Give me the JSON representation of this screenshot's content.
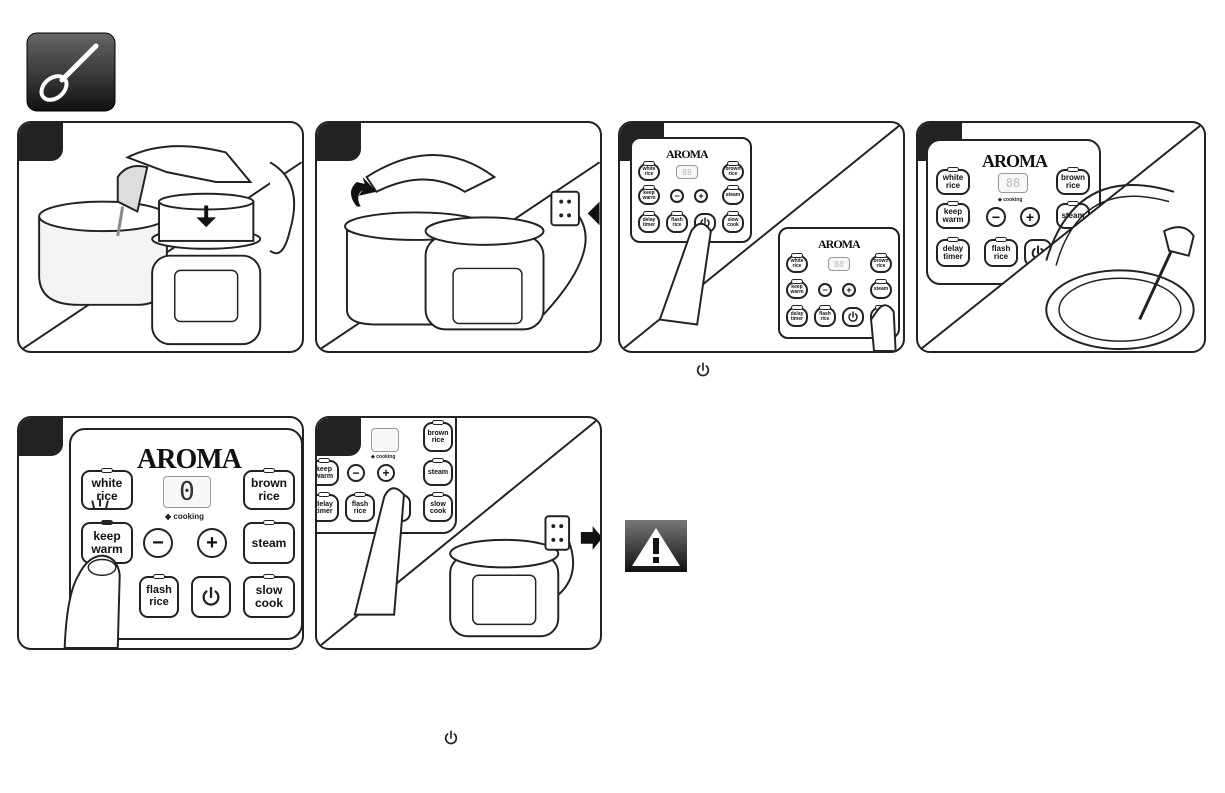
{
  "panel_labels": {
    "brand": "AROMA",
    "white_rice": "white rice",
    "brown_rice": "brown rice",
    "keep_warm": "keep warm",
    "steam": "steam",
    "delay_timer": "delay timer",
    "flash_rice": "flash rice",
    "slow_cook": "slow cook",
    "cooking": "◆ cooking",
    "minus": "−",
    "plus": "+",
    "display_value": "0",
    "display_off": "88"
  },
  "partial_panel_6": {
    "brown_rice": "brown rice",
    "keep_warm": "keep warm",
    "steam": "steam",
    "delay_timer": "delay timer",
    "flash_rice": "flash rice",
    "slow_cook": "slow cook",
    "cooking": "◆ cooking"
  },
  "icons": {
    "header": "spoon-icon",
    "warning": "warning-icon",
    "power": "power-icon"
  }
}
